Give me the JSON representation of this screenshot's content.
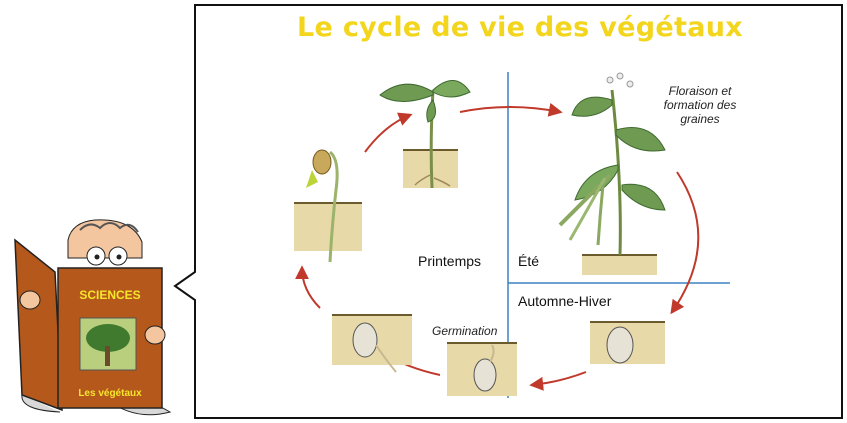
{
  "title": "Le cycle de vie des végétaux",
  "seasons": {
    "spring": "Printemps",
    "summer": "Été",
    "autumn_winter": "Automne-Hiver"
  },
  "stages": {
    "flowering": "Floraison et formation des graines",
    "germination": "Germination"
  },
  "book": {
    "title": "SCIENCES",
    "subtitle": "Les végétaux"
  },
  "colors": {
    "title": "#f2d51c",
    "arrow": "#c0392b",
    "divider": "#3b82c4",
    "book": "#b5581c",
    "soil": "#e8d9a8"
  }
}
